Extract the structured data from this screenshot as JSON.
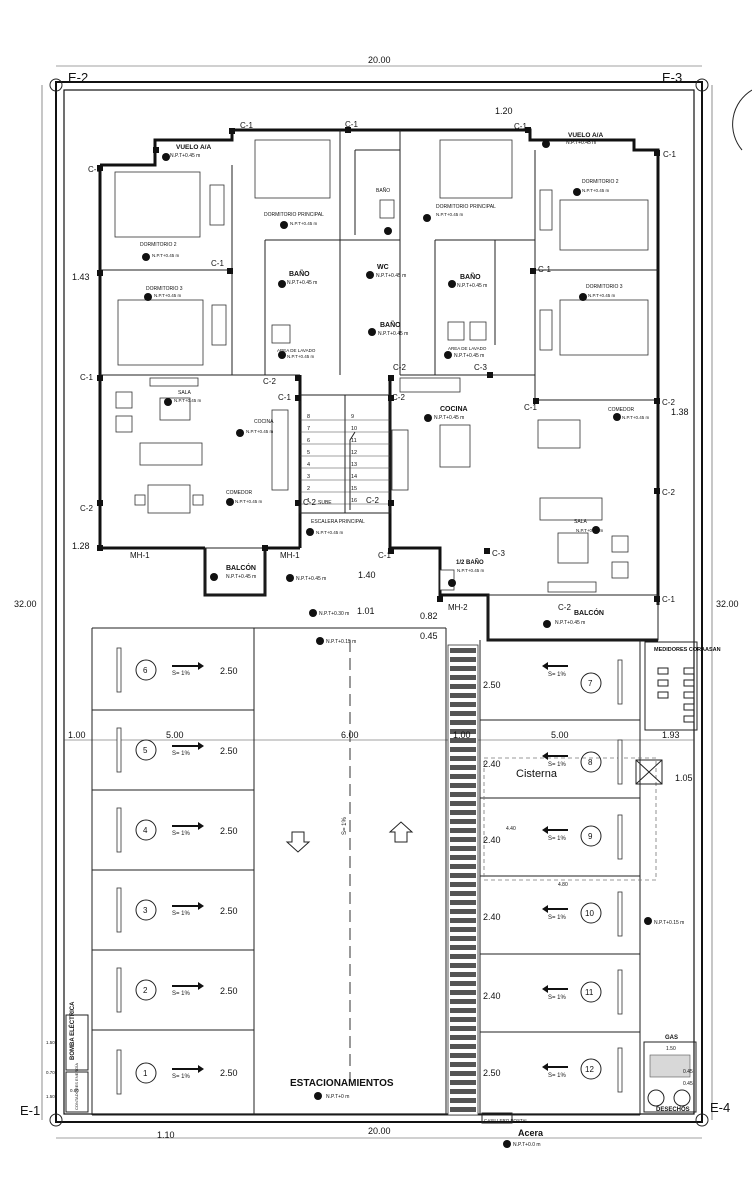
{
  "grid": {
    "e2": "E-2",
    "e3": "E-3",
    "e1": "E-1",
    "e4": "E-4"
  },
  "dims": {
    "top_width": "20.00",
    "bottom_width": "20.00",
    "left_height": "32.00",
    "right_height": "32.00",
    "d_120": "1.20",
    "d_143": "1.43",
    "d_128": "1.28",
    "d_140": "1.40",
    "d_101": "1.01",
    "d_082": "0.82",
    "d_045": "0.45",
    "d_138": "1.38",
    "d_100a": "1.00",
    "d_500a": "5.00",
    "d_600": "6.00",
    "d_100b": "1.00",
    "d_500b": "5.00",
    "d_193": "1.93",
    "d_105": "1.05",
    "d_110": "1.10",
    "d_440": "4.40",
    "d_480": "4.80",
    "d_small_a": "1.50",
    "d_small_b": "0.70",
    "d_small_c": "0.80",
    "d_small_d": "1.50",
    "gas_dim": "1.50",
    "gas_dim2": "0.45",
    "gas_dim3": "0.45"
  },
  "columns": {
    "c1": "C-1",
    "c2": "C-2",
    "c3": "C-3",
    "mh1": "MH-1",
    "mh2": "MH-2"
  },
  "rooms": {
    "vuelo_left": "VUELO A/A",
    "vuelo_right": "VUELO A/A",
    "dorm_principal_left": "DORMITORIO PRINCIPAL",
    "dorm_principal_right": "DORMITORIO PRINCIPAL",
    "dorm2_left": "DORMITORIO 2",
    "dorm2_right": "DORMITORIO 2",
    "dorm3_left": "DORMITORIO 3",
    "dorm3_right": "DORMITORIO 3",
    "bano_top": "BAÑO",
    "bano_left": "BAÑO",
    "bano_right": "BAÑO",
    "bano_center": "BAÑO",
    "wc": "WC",
    "medio_bano": "1/2 BAÑO",
    "lavado_left": "AREA DE LAVADO",
    "lavado_right": "AREA DE LAVADO",
    "sala_left": "SALA",
    "sala_right": "SALA",
    "cocina_left": "COCINA",
    "cocina_right": "COCINA",
    "comedor_left": "COMEDOR",
    "comedor_right": "COMEDOR",
    "escalera": "ESCALERA PRINCIPAL",
    "sube": "SUBE",
    "balcon_left": "BALCÓN",
    "balcon_right": "BALCÓN",
    "medidores": "MEDIDORES CORAASAN",
    "cisterna": "Cisterna",
    "estacionamientos": "ESTACIONAMIENTOS",
    "acera": "Acera",
    "casillero": "CASILLERO POSTAL",
    "gas": "GAS",
    "desechos": "DESECHOS",
    "bomba": "BOMBA ELÉCTRICA",
    "contadores": "CONTADORES ENERGÍA"
  },
  "levels": {
    "npt045": "N.P.T+0.45 m",
    "npt030": "N.P.T+0.30 m",
    "npt015": "N.P.T+0.15 m",
    "npt0": "N.P.T+0 m",
    "npt00": "N.P.T+0.0 m"
  },
  "parking": {
    "slope": "S= 1%",
    "ramp_slope": "S= 1%",
    "width": "2.50",
    "width_b": "2.40",
    "spaces_left": [
      "6",
      "5",
      "4",
      "3",
      "2",
      "1"
    ],
    "spaces_right": [
      "7",
      "8",
      "9",
      "10",
      "11",
      "12"
    ],
    "right_widths": [
      "2.50",
      "2.40",
      "2.40",
      "2.40",
      "2.40",
      "2.50"
    ]
  },
  "stairs": {
    "left_steps": [
      "8",
      "7",
      "6",
      "5",
      "4",
      "3",
      "2",
      "1"
    ],
    "right_steps": [
      "9",
      "10",
      "11",
      "12",
      "13",
      "14",
      "15",
      "16"
    ]
  }
}
